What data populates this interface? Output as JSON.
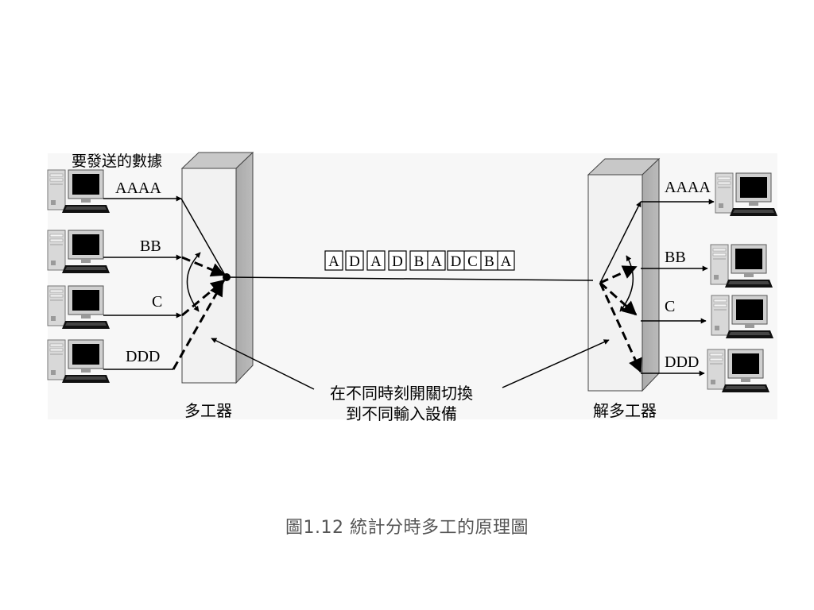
{
  "top_label": "要發送的數據",
  "inputs": [
    {
      "label": "AAAA",
      "icon": "computer-icon"
    },
    {
      "label": "BB",
      "icon": "computer-icon"
    },
    {
      "label": "C",
      "icon": "computer-icon"
    },
    {
      "label": "DDD",
      "icon": "computer-icon"
    }
  ],
  "outputs": [
    {
      "label": "AAAA",
      "icon": "computer-icon"
    },
    {
      "label": "BB",
      "icon": "computer-icon"
    },
    {
      "label": "C",
      "icon": "computer-icon"
    },
    {
      "label": "DDD",
      "icon": "computer-icon"
    }
  ],
  "stream": [
    "A",
    "D",
    "A",
    "D",
    "B",
    "A",
    "D",
    "C",
    "B",
    "A"
  ],
  "mux_label": "多工器",
  "demux_label": "解多工器",
  "note_line1": "在不同時刻開關切換",
  "note_line2": "到不同輸入設備",
  "caption": "圖1.12  統計分時多工的原理圖"
}
